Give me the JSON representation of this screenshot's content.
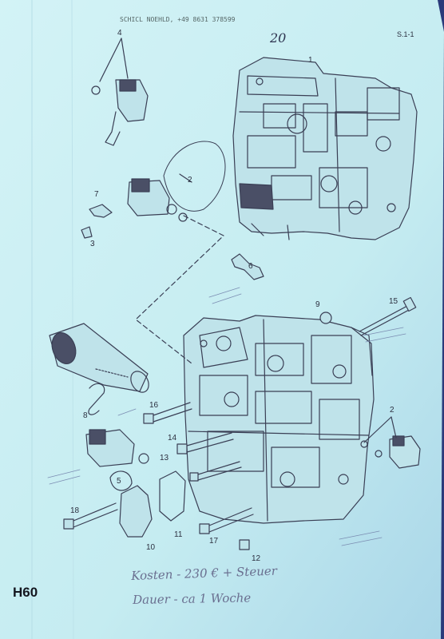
{
  "header": {
    "fax_line": "  SCHICL NOEHLD, +49 8631 378599",
    "page_ref": "S.1-1",
    "handwritten_page": "20"
  },
  "callouts": {
    "c1": "1",
    "c2a": "2",
    "c2b": "2",
    "c3": "3",
    "c4": "4",
    "c5": "5",
    "c6": "6",
    "c7": "7",
    "c8": "8",
    "c9": "9",
    "c10": "10",
    "c11": "11",
    "c12": "12",
    "c13": "13",
    "c14": "14",
    "c15": "15",
    "c16": "16",
    "c17": "17",
    "c18": "18"
  },
  "footer": {
    "model_code": "H60",
    "note_line1": "Kosten - 230 € + Steuer",
    "note_line2": "Dauer - ca 1 Woche"
  },
  "colors": {
    "paper": "#c9eef2",
    "ink": "#3a3f55",
    "background": "#2a3a7a"
  }
}
